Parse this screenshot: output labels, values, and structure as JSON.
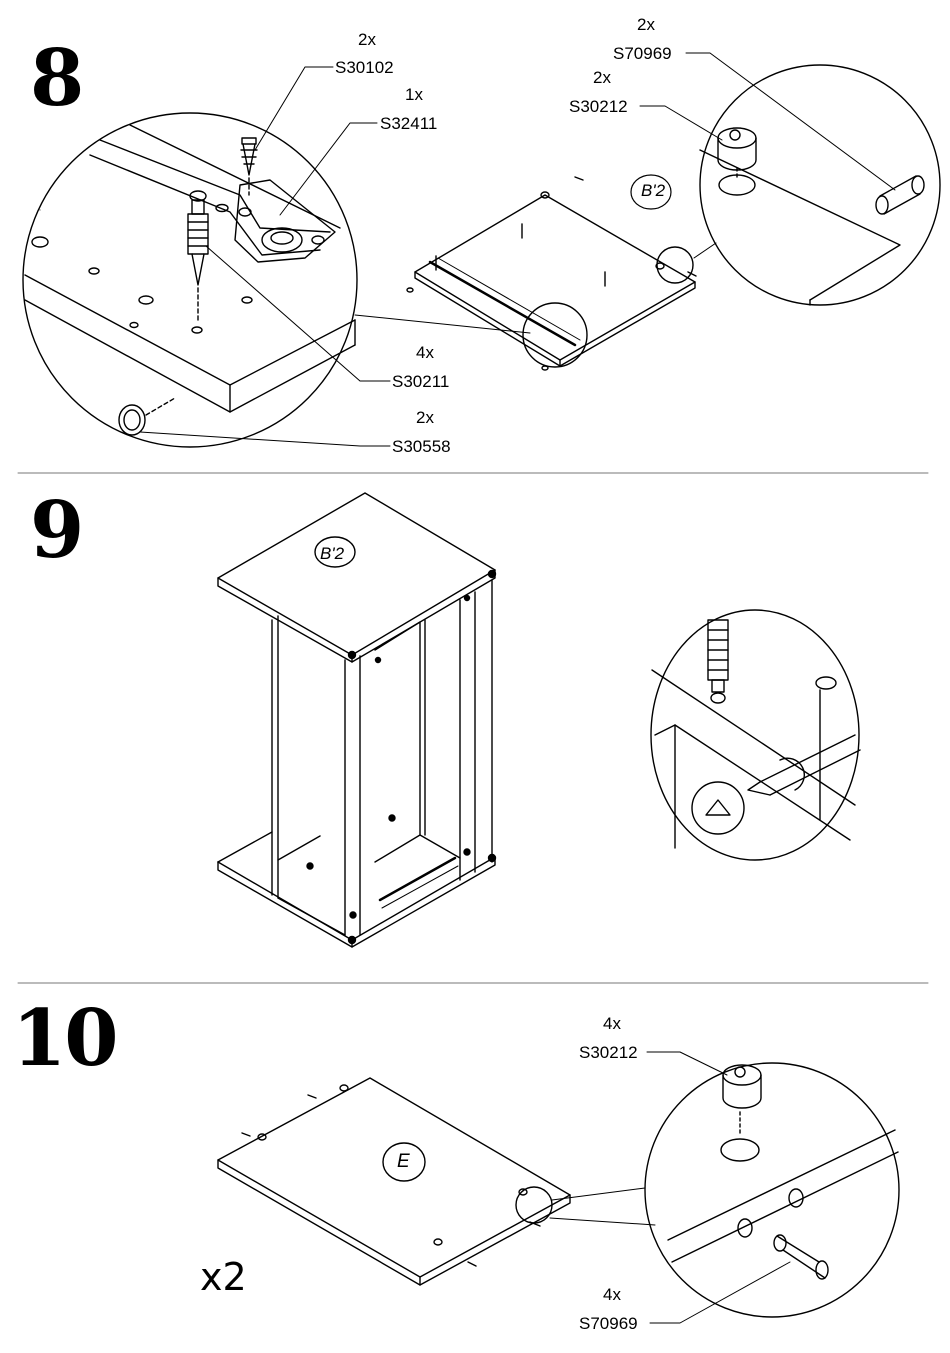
{
  "steps": [
    {
      "number": "8",
      "parts": [
        {
          "qty": "2x",
          "code": "S30102"
        },
        {
          "qty": "1x",
          "code": "S32411"
        },
        {
          "qty": "4x",
          "code": "S30211"
        },
        {
          "qty": "2x",
          "code": "S30558"
        },
        {
          "qty": "2x",
          "code": "S70969"
        },
        {
          "qty": "2x",
          "code": "S30212"
        }
      ],
      "panel_label": "B'2"
    },
    {
      "number": "9",
      "panel_label": "B'2"
    },
    {
      "number": "10",
      "parts": [
        {
          "qty": "4x",
          "code": "S30212"
        },
        {
          "qty": "4x",
          "code": "S70969"
        }
      ],
      "panel_label": "E",
      "multiplier": "x2"
    }
  ],
  "icons": [
    "cam-lock-icon",
    "dowel-icon",
    "screwdriver-icon",
    "glide-foot-icon",
    "hinge-plate-icon"
  ]
}
